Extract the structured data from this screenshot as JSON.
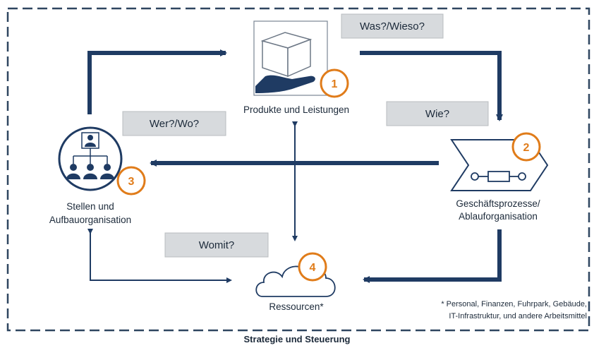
{
  "questions": {
    "was": "Was?/Wieso?",
    "wie": "Wie?",
    "wer": "Wer?/Wo?",
    "womit": "Womit?"
  },
  "nodes": {
    "products": {
      "number": "1",
      "label": "Produkte und Leistungen"
    },
    "processes": {
      "number": "2",
      "label_line1": "Geschäftsprozesse/",
      "label_line2": "Ablauforganisation"
    },
    "positions": {
      "number": "3",
      "label_line1": "Stellen und",
      "label_line2": "Aufbauorganisation"
    },
    "resources": {
      "number": "4",
      "label": "Ressourcen*"
    }
  },
  "footnote": {
    "line1": "* Personal, Finanzen, Fuhrpark, Gebäude,",
    "line2": "IT-Infrastruktur, und andere Arbeitsmittel"
  },
  "frame_title": "Strategie und Steuerung",
  "colors": {
    "navy": "#1f3b63",
    "orange": "#e07c1a",
    "box_gray": "#d7dadd",
    "dashed_frame": "#2f4660"
  },
  "icons": {
    "products": "box-on-hand-icon",
    "processes": "process-chevron-icon",
    "positions": "org-chart-icon",
    "resources": "cloud-icon"
  }
}
